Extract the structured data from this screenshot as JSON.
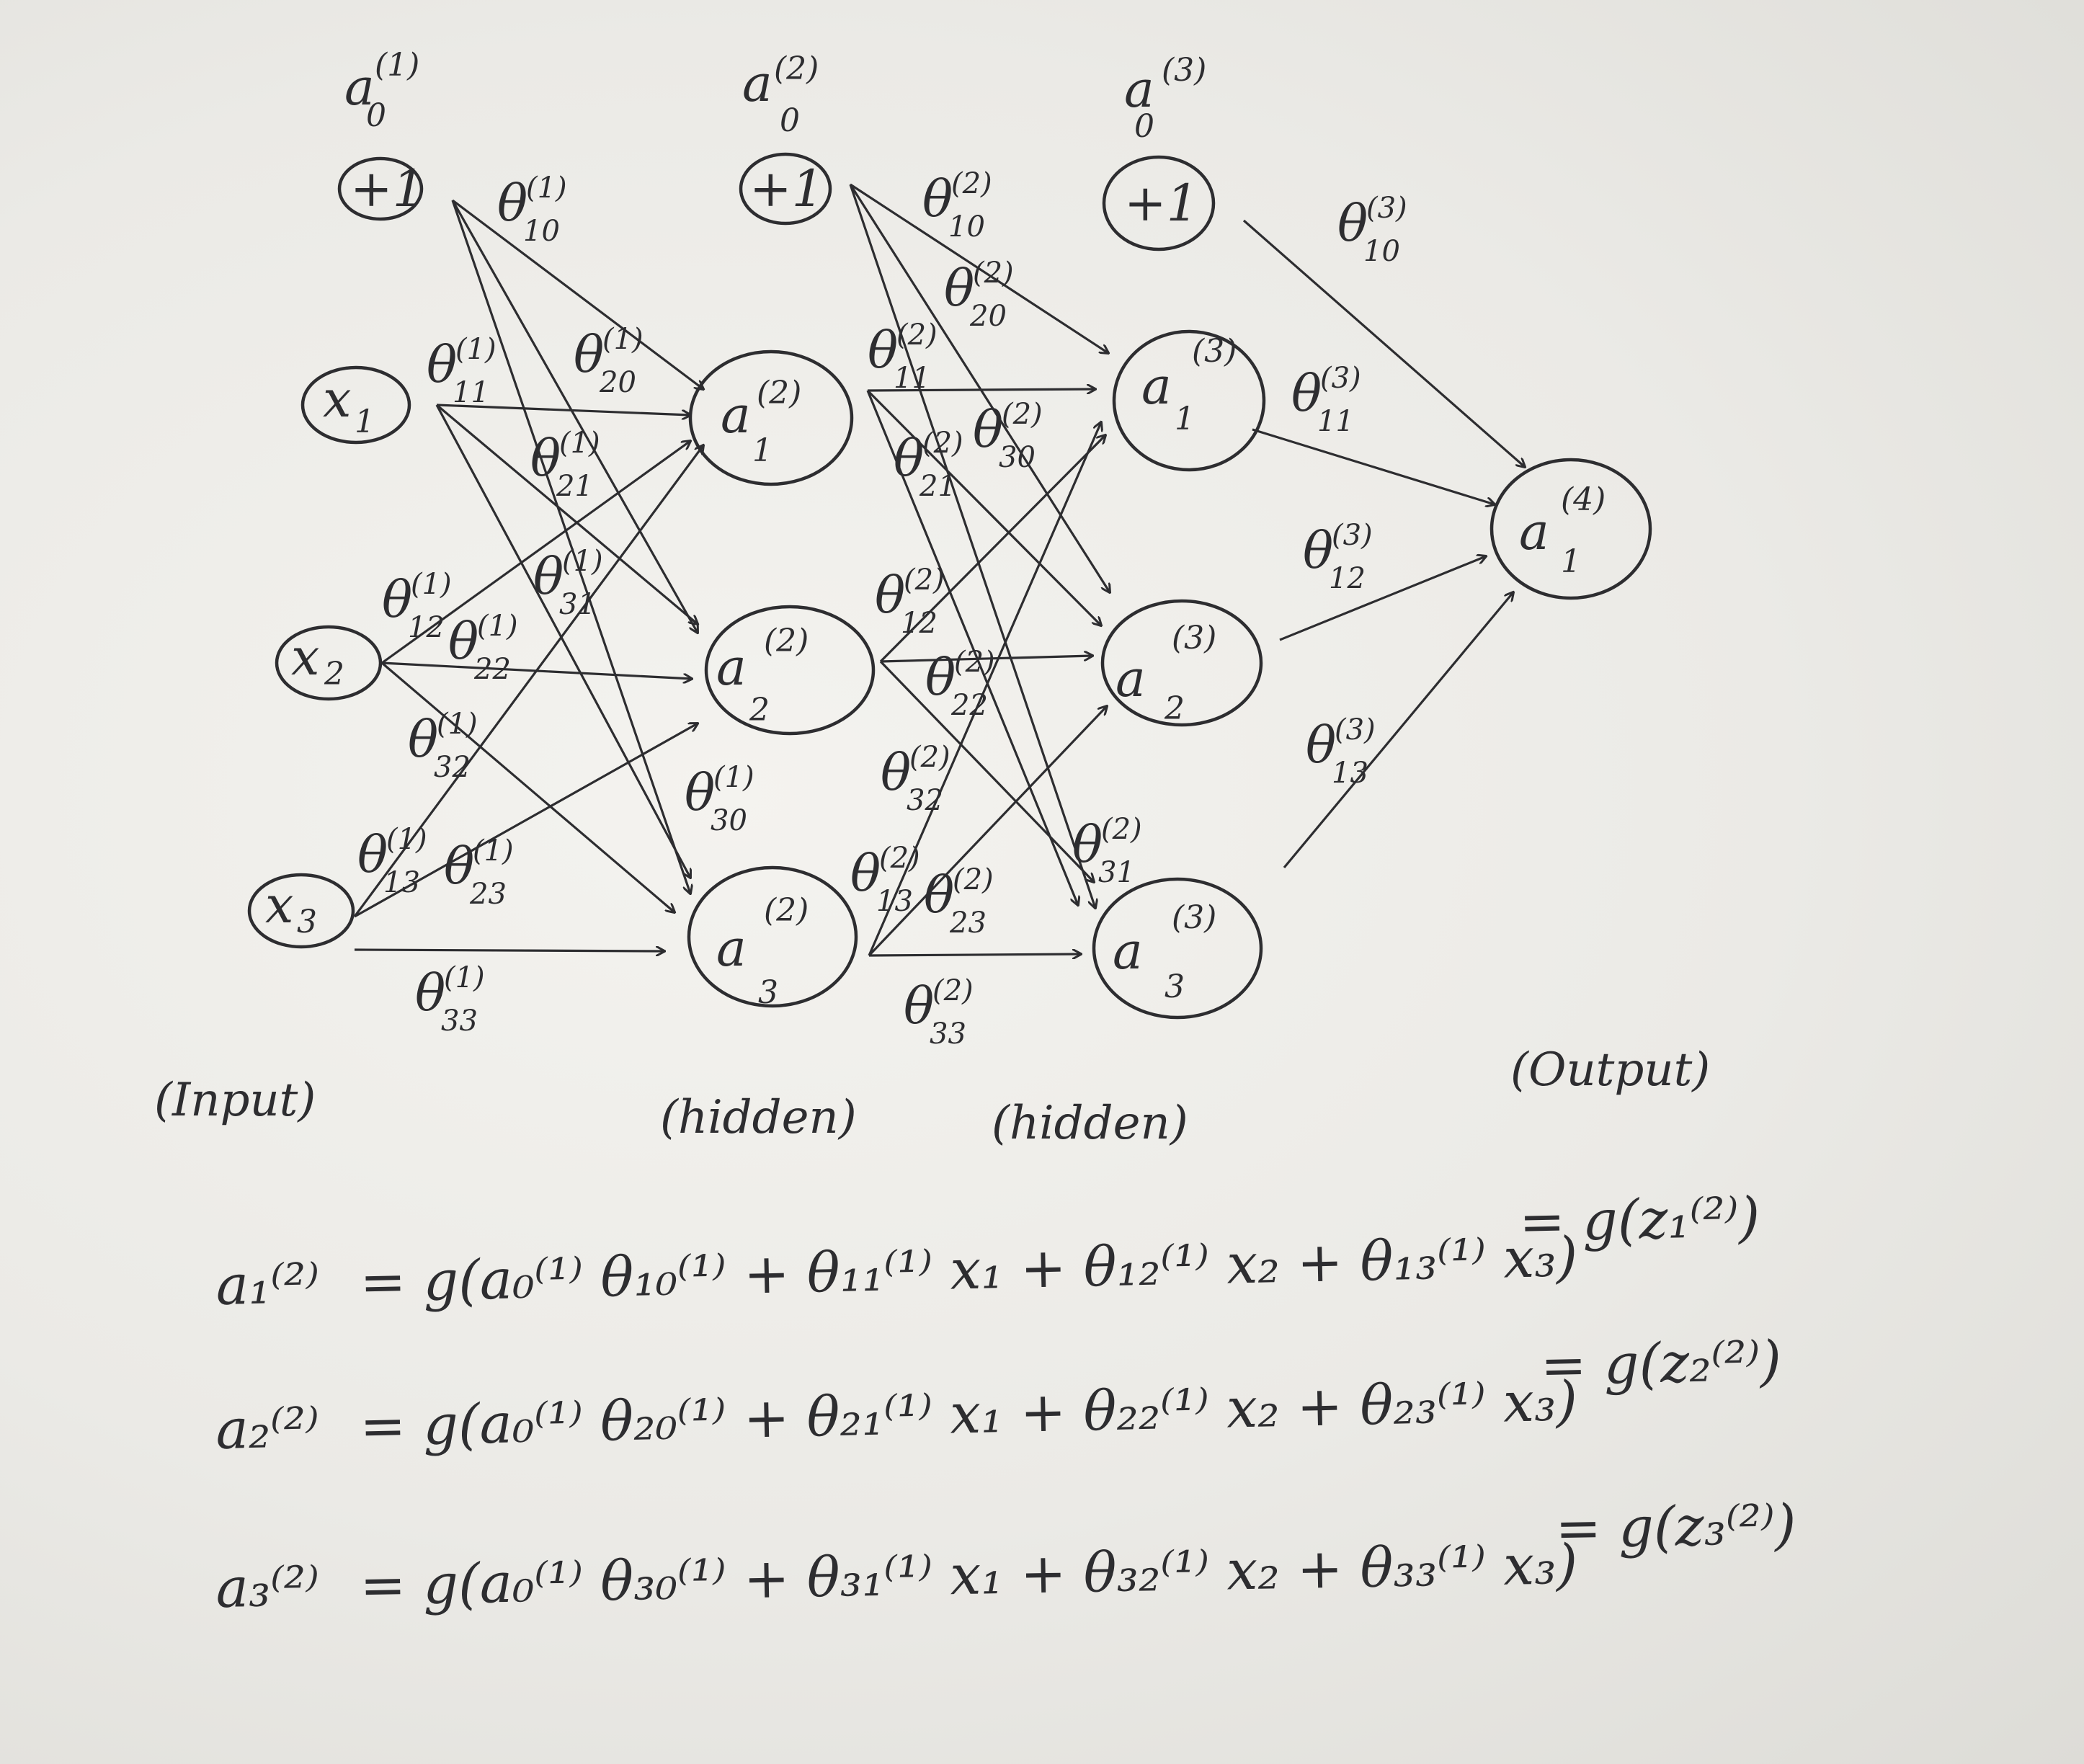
{
  "nodes": {
    "input_bias": {
      "head": "a",
      "sup": "(1)",
      "sub": "0",
      "inside": "+1"
    },
    "x1": {
      "inside": "x",
      "sub": "1"
    },
    "x2": {
      "inside": "x",
      "sub": "2"
    },
    "x3": {
      "inside": "x",
      "sub": "3"
    },
    "h1_bias": {
      "head": "a",
      "sup": "(2)",
      "sub": "0",
      "inside": "+1"
    },
    "h1_1": {
      "inside": "a",
      "sup": "(2)",
      "sub": "1"
    },
    "h1_2": {
      "inside": "a",
      "sup": "(2)",
      "sub": "2"
    },
    "h1_3": {
      "inside": "a",
      "sup": "(2)",
      "sub": "3"
    },
    "h2_bias": {
      "head": "a",
      "sup": "(3)",
      "sub": "0",
      "inside": "+1"
    },
    "h2_1": {
      "inside": "a",
      "sup": "(3)",
      "sub": "1"
    },
    "h2_2": {
      "inside": "a",
      "sup": "(3)",
      "sub": "2"
    },
    "h2_3": {
      "inside": "a",
      "sup": "(3)",
      "sub": "3"
    },
    "out": {
      "inside": "a",
      "sup": "(4)",
      "sub": "1"
    }
  },
  "weight_labels": {
    "theta": "θ",
    "l1_10": {
      "sup": "(1)",
      "sub": "10"
    },
    "l1_11": {
      "sup": "(1)",
      "sub": "11"
    },
    "l1_20": {
      "sup": "(1)",
      "sub": "20"
    },
    "l1_21": {
      "sup": "(1)",
      "sub": "21"
    },
    "l1_12": {
      "sup": "(1)",
      "sub": "12"
    },
    "l1_31": {
      "sup": "(1)",
      "sub": "31"
    },
    "l1_22": {
      "sup": "(1)",
      "sub": "22"
    },
    "l1_32": {
      "sup": "(1)",
      "sub": "32"
    },
    "l1_30": {
      "sup": "(1)",
      "sub": "30"
    },
    "l1_13": {
      "sup": "(1)",
      "sub": "13"
    },
    "l1_23": {
      "sup": "(1)",
      "sub": "23"
    },
    "l1_33": {
      "sup": "(1)",
      "sub": "33"
    },
    "l2_10": {
      "sup": "(2)",
      "sub": "10"
    },
    "l2_20": {
      "sup": "(2)",
      "sub": "20"
    },
    "l2_11": {
      "sup": "(2)",
      "sub": "11"
    },
    "l2_30": {
      "sup": "(2)",
      "sub": "30"
    },
    "l2_21": {
      "sup": "(2)",
      "sub": "21"
    },
    "l2_12": {
      "sup": "(2)",
      "sub": "12"
    },
    "l2_22": {
      "sup": "(2)",
      "sub": "22"
    },
    "l2_32": {
      "sup": "(2)",
      "sub": "32"
    },
    "l2_31": {
      "sup": "(2)",
      "sub": "31"
    },
    "l2_13": {
      "sup": "(2)",
      "sub": "13"
    },
    "l2_23": {
      "sup": "(2)",
      "sub": "23"
    },
    "l2_33": {
      "sup": "(2)",
      "sub": "33"
    },
    "l3_10": {
      "sup": "(3)",
      "sub": "10"
    },
    "l3_11": {
      "sup": "(3)",
      "sub": "11"
    },
    "l3_12": {
      "sup": "(3)",
      "sub": "12"
    },
    "l3_13": {
      "sup": "(3)",
      "sub": "13"
    }
  },
  "layer_labels": {
    "input": "(Input)",
    "hidden1": "(hidden)",
    "hidden2": "(hidden)",
    "output": "(Output)"
  },
  "equations": [
    {
      "lhs": "a₁⁽²⁾",
      "rhs": "= g(a₀⁽¹⁾ θ₁₀⁽¹⁾ + θ₁₁⁽¹⁾ x₁ + θ₁₂⁽¹⁾ x₂ + θ₁₃⁽¹⁾ x₃)",
      "result": "= g(z₁⁽²⁾)"
    },
    {
      "lhs": "a₂⁽²⁾",
      "rhs": "= g(a₀⁽¹⁾ θ₂₀⁽¹⁾ + θ₂₁⁽¹⁾ x₁ + θ₂₂⁽¹⁾ x₂ + θ₂₃⁽¹⁾ x₃)",
      "result": "= g(z₂⁽²⁾)"
    },
    {
      "lhs": "a₃⁽²⁾",
      "rhs": "= g(a₀⁽¹⁾ θ₃₀⁽¹⁾ + θ₃₁⁽¹⁾ x₁ + θ₃₂⁽¹⁾ x₂ + θ₃₃⁽¹⁾ x₃)",
      "result": "= g(z₃⁽²⁾)"
    }
  ],
  "colors": {
    "ink": "#2d2d30",
    "paper": "#efeeea"
  }
}
